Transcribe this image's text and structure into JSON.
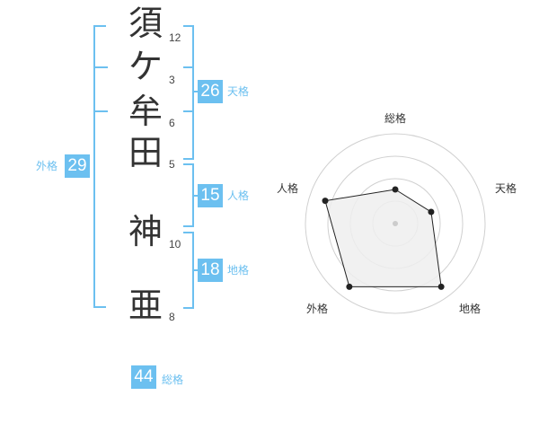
{
  "name_chars": [
    {
      "char": "須",
      "strokes": "12"
    },
    {
      "char": "ケ",
      "strokes": "3"
    },
    {
      "char": "牟",
      "strokes": "6"
    },
    {
      "char": "田",
      "strokes": "5"
    },
    {
      "char": "神",
      "strokes": "10"
    },
    {
      "char": "亜",
      "strokes": "8"
    }
  ],
  "fortunes": {
    "tenkaku": {
      "value": "26",
      "label": "天格"
    },
    "jinkaku": {
      "value": "15",
      "label": "人格"
    },
    "chikaku": {
      "value": "18",
      "label": "地格"
    },
    "gaikaku": {
      "value": "29",
      "label": "外格"
    },
    "soukaku": {
      "value": "44",
      "label": "総格"
    }
  },
  "radar": {
    "axes": [
      "総格",
      "天格",
      "地格",
      "外格",
      "人格"
    ],
    "values": [
      0.38,
      0.42,
      0.87,
      0.87,
      0.82
    ],
    "ring_count": 4,
    "colors": {
      "fill": "#eeeeee",
      "line": "#222222",
      "ring": "#d0d0d0",
      "accent": "#6cc0f0"
    }
  }
}
